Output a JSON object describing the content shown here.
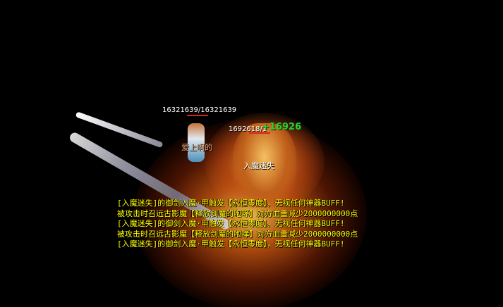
{
  "player": {
    "hp_text": "16321639/16321639",
    "name": "爱上啊的"
  },
  "boss": {
    "hp_text": "1692618/1",
    "name": "入魔迷失",
    "heal_text": "+16926"
  },
  "colors": {
    "log": "#ffff00",
    "heal": "#33cc33",
    "hp_bar": "#dd2222"
  },
  "combat_log": [
    "[入魔迷失]的御剑入魔·甲触发【永恒零度】，无视任何神器BUFF!",
    "被攻击时召远古影魔【释放剑魔的咆哮】对方血量减少2000000000点",
    "[入魔迷失]的御剑入魔·甲触发【永恒零度】，无视任何神器BUFF!",
    "被攻击时召远古影魔【释放剑魔的咆哮】对方血量减少2000000000点",
    "[入魔迷失]的御剑入魔·甲触发【永恒零度】，无视任何神器BUFF!"
  ]
}
